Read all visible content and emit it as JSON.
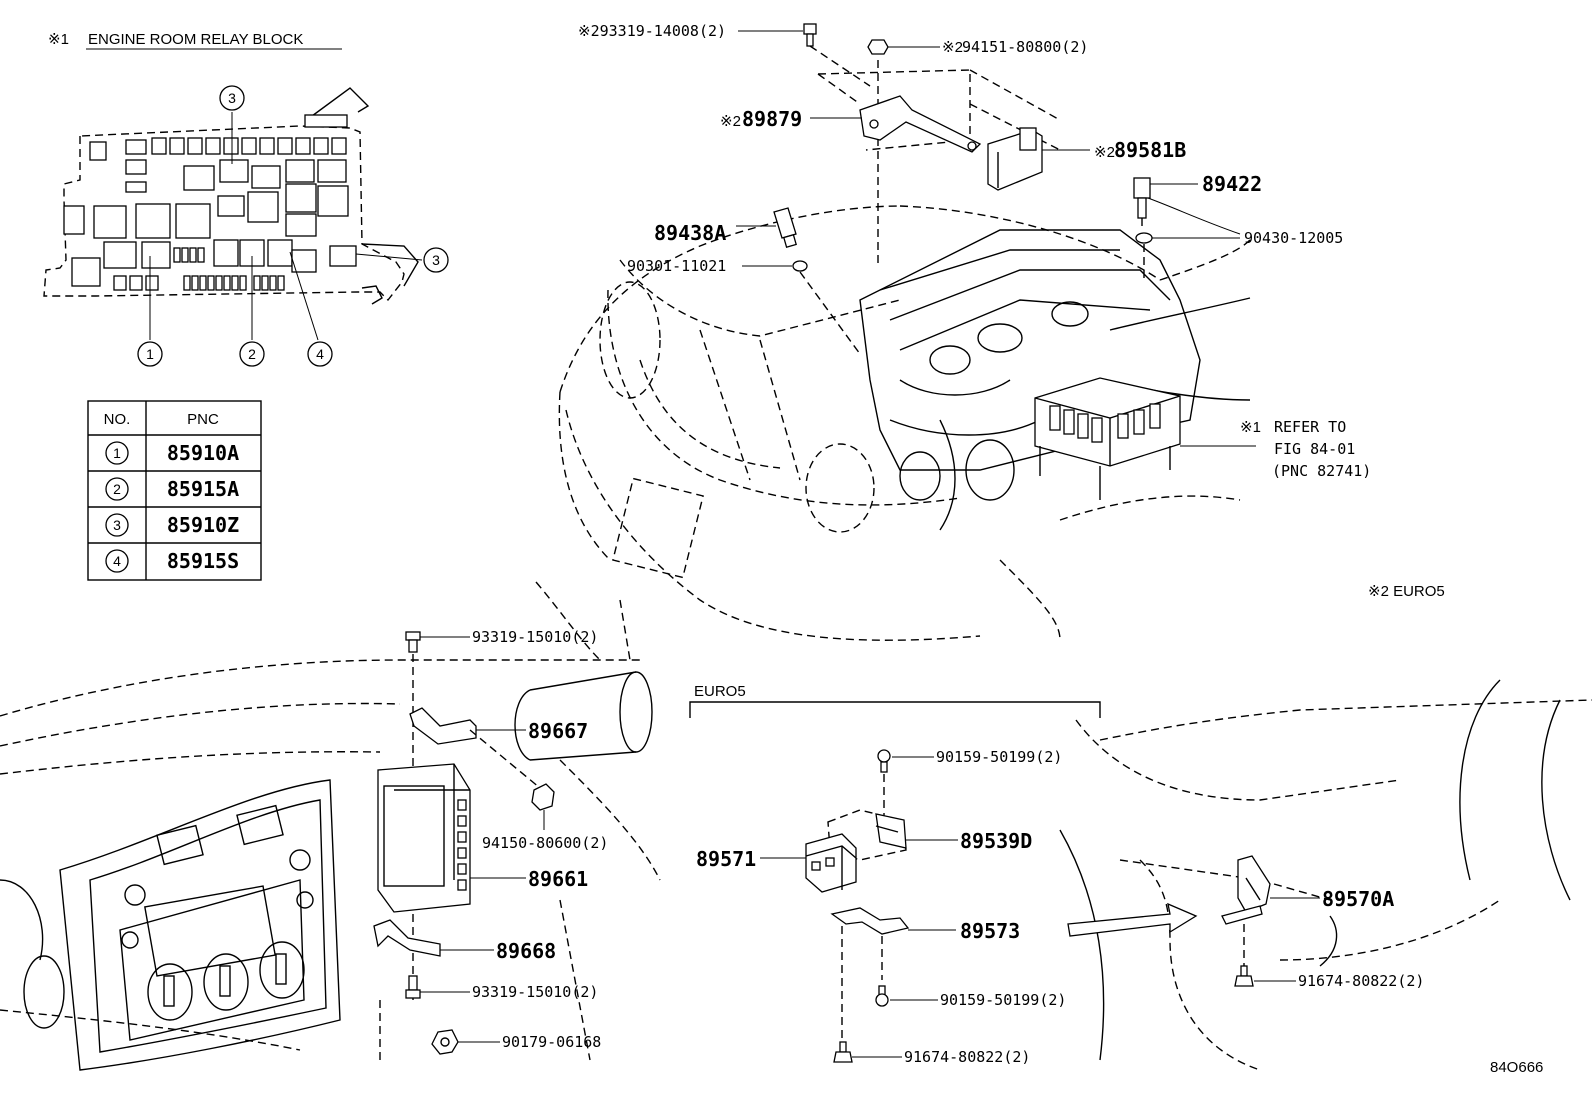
{
  "relay_block": {
    "title_mark": "※1",
    "title": "ENGINE ROOM RELAY BLOCK",
    "callouts": [
      "3",
      "3",
      "1",
      "2",
      "4"
    ]
  },
  "pnc_table": {
    "header_no": "NO.",
    "header_pnc": "PNC",
    "rows": [
      {
        "no": "1",
        "pnc": "85910A"
      },
      {
        "no": "2",
        "pnc": "85915A"
      },
      {
        "no": "3",
        "pnc": "85910Z"
      },
      {
        "no": "4",
        "pnc": "85915S"
      }
    ]
  },
  "engine_parts": {
    "bolt_top": "※293319-14008(2)",
    "nut_top_mark": "※2",
    "nut_top": "94151-80800(2)",
    "bracket_mark": "※2",
    "bracket": "89879",
    "ecu_mark": "※2",
    "ecu": "89581B",
    "sensor_right": "89422",
    "gasket_right": "90430-12005",
    "sensor_left": "89438A",
    "gasket_left": "90301-11021",
    "refer_mark": "※1",
    "refer_line1": "REFER TO",
    "refer_line2": "FIG 84-01",
    "refer_line3": "(PNC 82741)",
    "euro_note": "※2 EURO5"
  },
  "dash_parts": {
    "bolt_top": "93319-15010(2)",
    "bracket_top": "89667",
    "nut": "94150-80600(2)",
    "ecu": "89661",
    "bracket_bottom": "89668",
    "bolt_bottom": "93319-15010(2)",
    "clip": "90179-06168"
  },
  "euro5_parts": {
    "section_label": "EURO5",
    "screw_top": "90159-50199(2)",
    "module": "89571",
    "bracket_a": "89539D",
    "bracket_b": "89573",
    "screw_bottom": "90159-50199(2)",
    "bolt_bottom": "91674-80822(2)",
    "sensor": "89570A",
    "bolt_right": "91674-80822(2)"
  },
  "figure_id": "84O666"
}
